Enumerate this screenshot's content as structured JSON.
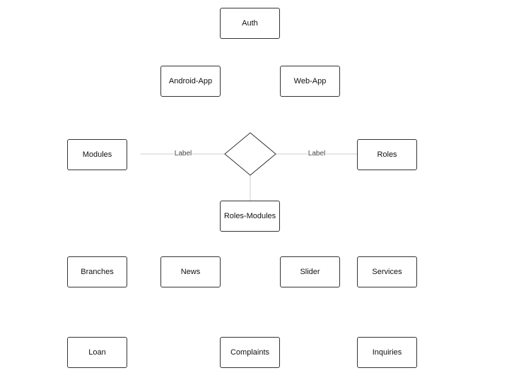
{
  "diagram": {
    "nodes": {
      "auth": "Auth",
      "android_app": "Android-App",
      "web_app": "Web-App",
      "modules": "Modules",
      "roles": "Roles",
      "roles_modules": "Roles-Modules",
      "branches": "Branches",
      "news": "News",
      "slider": "Slider",
      "services": "Services",
      "loan": "Loan",
      "complaints": "Complaints",
      "inquiries": "Inquiries"
    },
    "edge_labels": {
      "modules_relation": "Label",
      "roles_relation": "Label"
    },
    "colors": {
      "node_border": "#333333",
      "connector": "#cccccc",
      "diamond_border": "#333333"
    }
  }
}
